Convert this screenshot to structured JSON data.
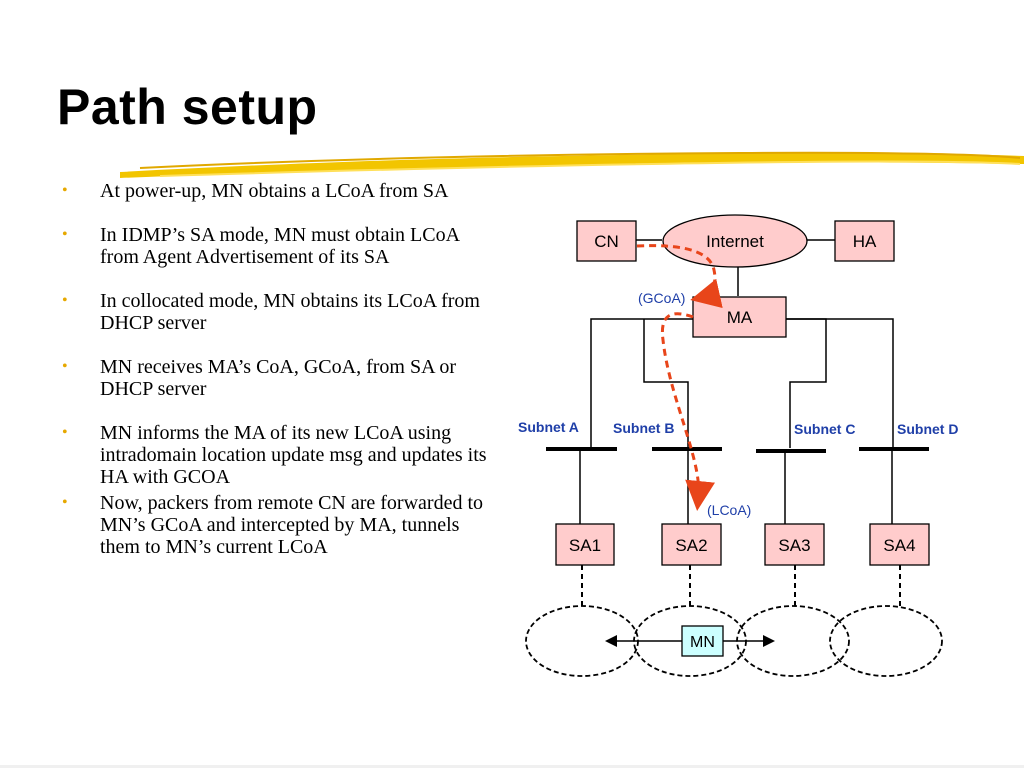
{
  "slide": {
    "title": "Path setup",
    "bullets": [
      "At power-up, MN obtains a LCoA from SA",
      "In IDMP’s SA mode, MN must obtain LCoA from Agent Advertisement of its SA",
      "In collocated mode, MN obtains its LCoA from DHCP server",
      "MN receives MA’s CoA, GCoA, from SA or DHCP server",
      "MN informs the MA of its new LCoA using intradomain location update msg and updates its HA with GCOA",
      "Now, packers from  remote CN are forwarded to MN’s GCoA and intercepted by MA, tunnels them to MN’s current LCoA"
    ],
    "bullet_symbol": "•"
  },
  "diagram": {
    "nodes": {
      "cn": "CN",
      "internet": "Internet",
      "ha": "HA",
      "ma": "MA",
      "sa1": "SA1",
      "sa2": "SA2",
      "sa3": "SA3",
      "sa4": "SA4",
      "mn": "MN"
    },
    "subnets": [
      "Subnet A",
      "Subnet B",
      "Subnet C",
      "Subnet D"
    ],
    "annotations": {
      "gcoa": "(GCoA)",
      "lcoa": "(LCoA)"
    },
    "colors": {
      "box_fill": "#ffcccc",
      "mn_fill": "#ccffff",
      "label_blue": "#1f3fa8",
      "path_red": "#e8451a",
      "accent_yellow": "#f2c500"
    }
  }
}
